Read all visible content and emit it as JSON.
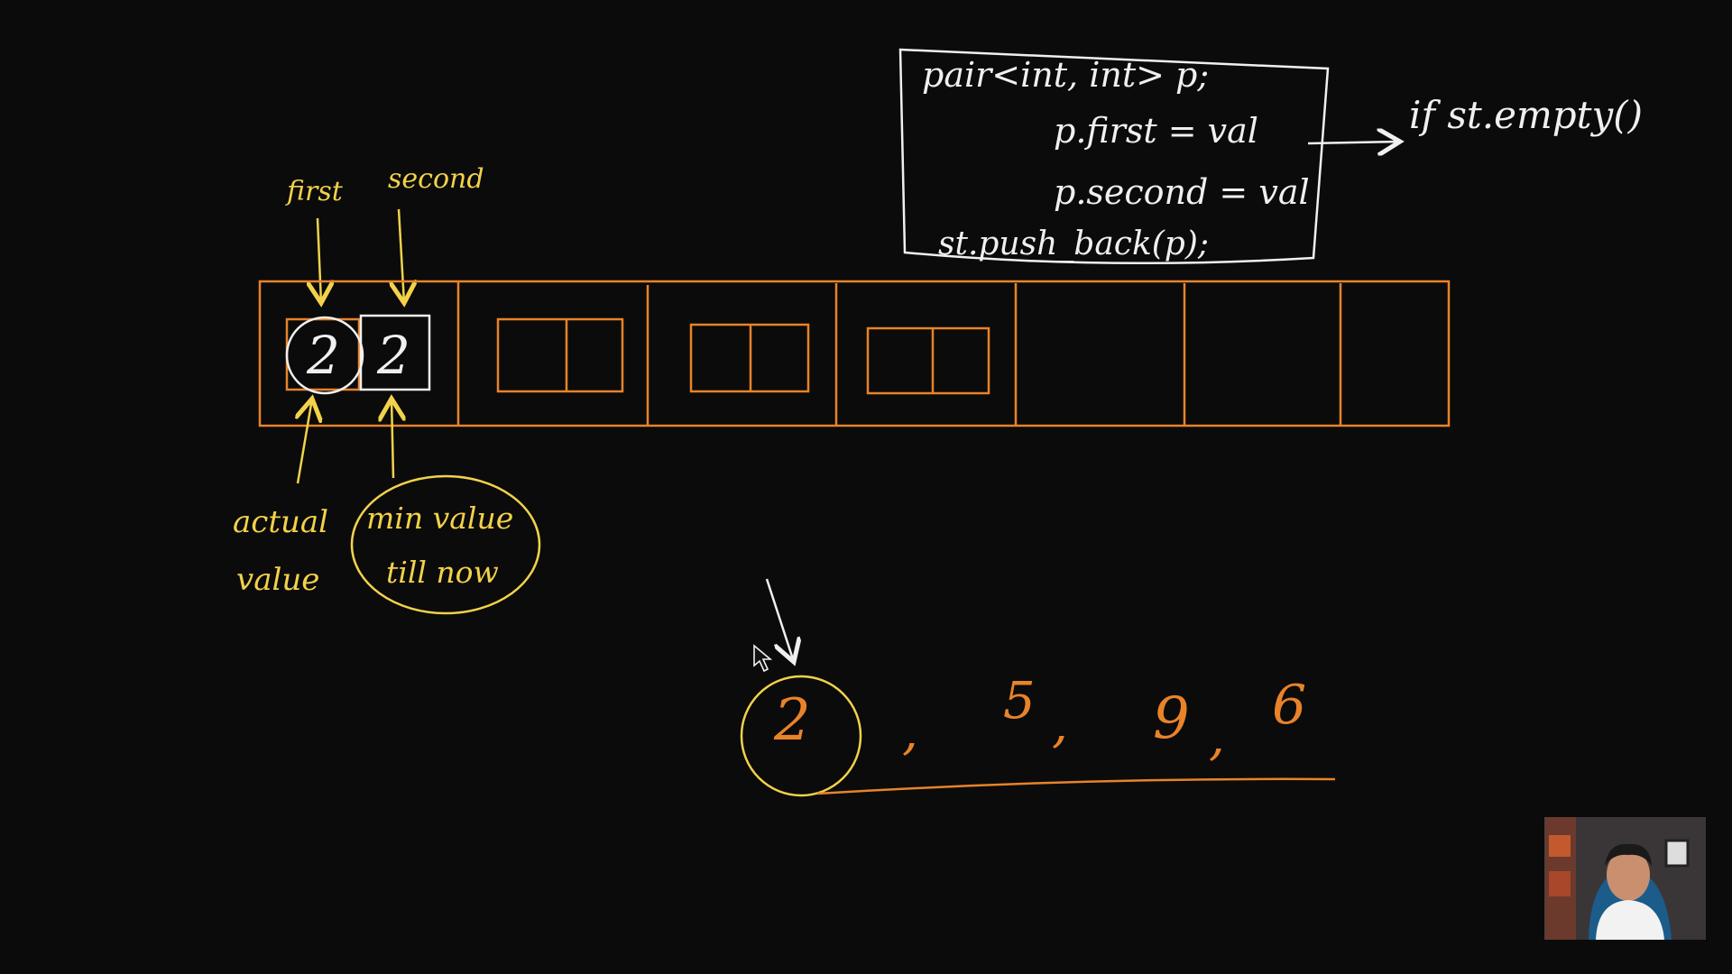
{
  "code_box": {
    "line1": "pair<int, int> p;",
    "line2": "p.first = val",
    "line3": "p.second = val",
    "line4": "st.push_back(p);"
  },
  "side_note": "if st.empty()",
  "array_labels": {
    "first": "first",
    "second": "second",
    "cell_first_value": "2",
    "cell_second_value": "2"
  },
  "annotations": {
    "actual_line1": "actual",
    "actual_line2": "value",
    "min_line1": "min value",
    "min_line2": "till now"
  },
  "sequence": {
    "items": [
      "2",
      ",",
      "5",
      ",",
      "9",
      ",",
      "6"
    ]
  },
  "colors": {
    "background": "#0b0b0b",
    "ink_white": "#f0f0f0",
    "ink_yellow": "#f2d24a",
    "ink_orange": "#e8832a"
  },
  "icons": {
    "cursor": "mouse-pointer-icon",
    "webcam": "presenter-webcam"
  }
}
